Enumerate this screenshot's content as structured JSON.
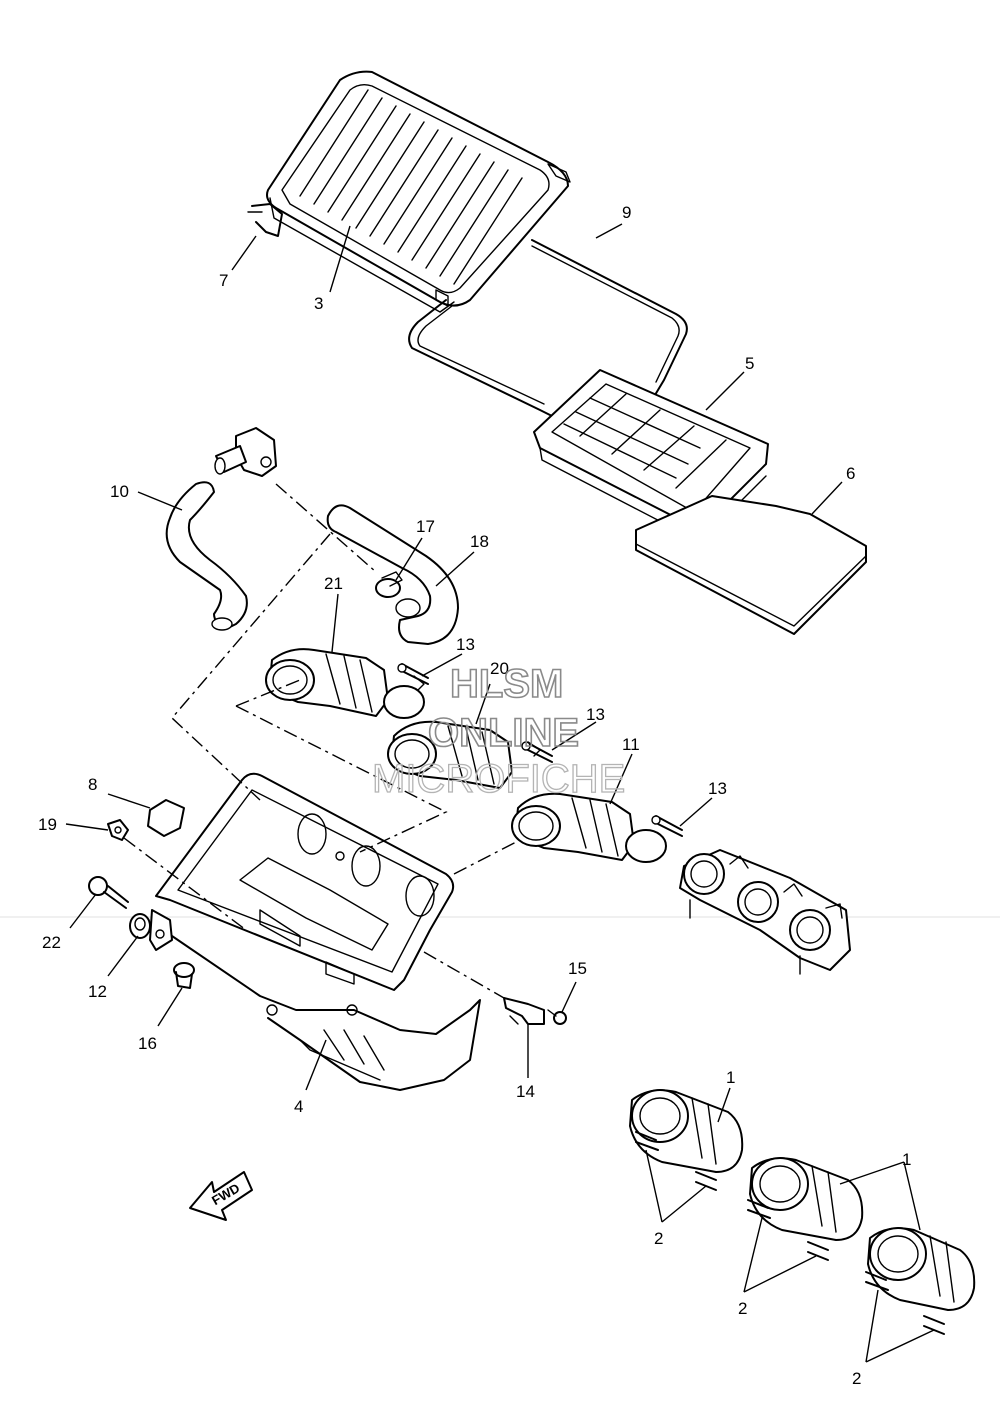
{
  "watermark": {
    "line1": "HLSM",
    "line2": "ONLINE",
    "line3": "MICROFICHE"
  },
  "direction_label": "FWD",
  "callouts": [
    {
      "id": "c1a",
      "text": "1"
    },
    {
      "id": "c1b",
      "text": "1"
    },
    {
      "id": "c2a",
      "text": "2"
    },
    {
      "id": "c2b",
      "text": "2"
    },
    {
      "id": "c2c",
      "text": "2"
    },
    {
      "id": "c3",
      "text": "3"
    },
    {
      "id": "c4",
      "text": "4"
    },
    {
      "id": "c5",
      "text": "5"
    },
    {
      "id": "c6",
      "text": "6"
    },
    {
      "id": "c7",
      "text": "7"
    },
    {
      "id": "c8",
      "text": "8"
    },
    {
      "id": "c9",
      "text": "9"
    },
    {
      "id": "c10",
      "text": "10"
    },
    {
      "id": "c11",
      "text": "11"
    },
    {
      "id": "c12",
      "text": "12"
    },
    {
      "id": "c13a",
      "text": "13"
    },
    {
      "id": "c13b",
      "text": "13"
    },
    {
      "id": "c13c",
      "text": "13"
    },
    {
      "id": "c14",
      "text": "14"
    },
    {
      "id": "c15",
      "text": "15"
    },
    {
      "id": "c16",
      "text": "16"
    },
    {
      "id": "c17",
      "text": "17"
    },
    {
      "id": "c18",
      "text": "18"
    },
    {
      "id": "c19",
      "text": "19"
    },
    {
      "id": "c20",
      "text": "20"
    },
    {
      "id": "c21",
      "text": "21"
    },
    {
      "id": "c22",
      "text": "22"
    }
  ]
}
